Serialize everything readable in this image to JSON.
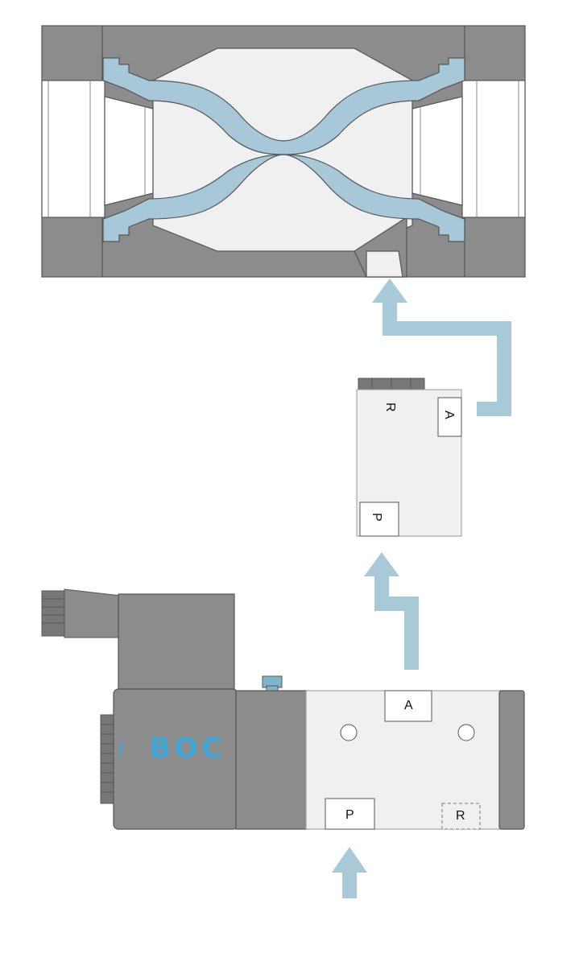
{
  "colors": {
    "body_gray": "#8c8c8c",
    "dark_gray": "#6e6e6e",
    "light_body": "#f0f0f0",
    "flow_blue": "#a8cad8",
    "membrane_blue": "#a6c8d8",
    "brand_blue": "#3aa7d8",
    "port_box": "#ffffff",
    "outline": "#555555"
  },
  "pinch_valve": {
    "description_icon": "pinch-valve-cross-section"
  },
  "pilot_block": {
    "ports": {
      "r": "R",
      "a": "A",
      "p": "P"
    }
  },
  "solenoid_valve": {
    "brand": "BOC",
    "brand_icon": "boc-logo-icon",
    "ports": {
      "a": "A",
      "p": "P",
      "r": "R"
    }
  },
  "flow_arrows": [
    "supply-arrow",
    "valve-to-pilot-arrow",
    "pilot-to-pinch-arrow"
  ]
}
